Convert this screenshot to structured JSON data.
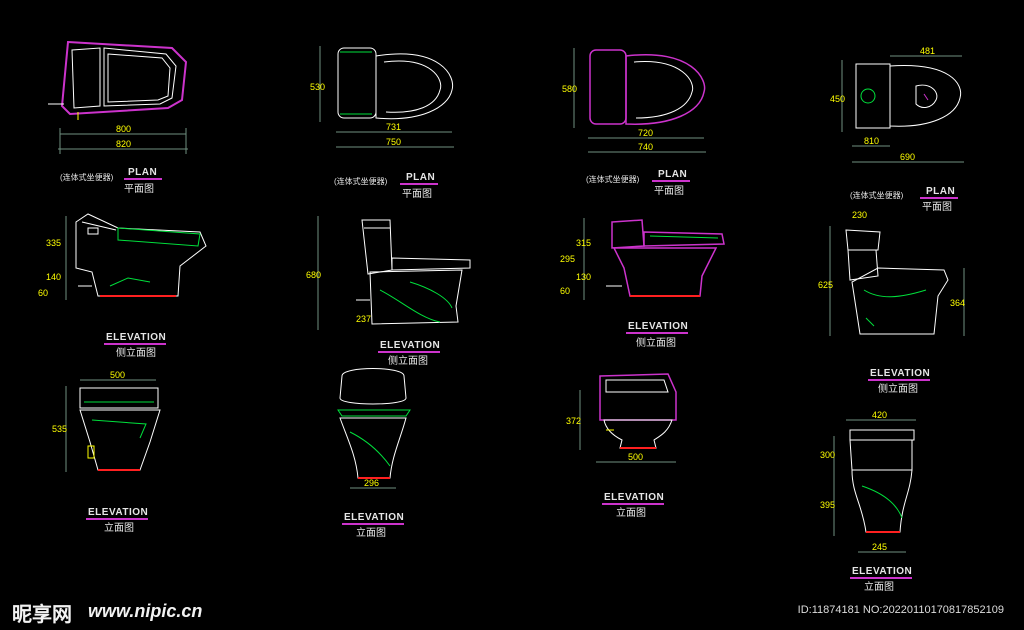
{
  "colors": {
    "background": "#000000",
    "outline": "#ffffff",
    "magenta": "#cc33cc",
    "green": "#00e03c",
    "yellow": "#ffff00",
    "red": "#ff2020",
    "dimension_line": "#6f8f7f"
  },
  "labels": {
    "plan": "PLAN",
    "plan_zh": "平面图",
    "elevation": "ELEVATION",
    "side_zh": "侧立面图",
    "front_zh": "立面图",
    "note": "(连体式坐便器)"
  },
  "dims": {
    "p1_w1": "800",
    "p1_w2": "820",
    "p2_h": "530",
    "p2_w1": "731",
    "p2_w2": "750",
    "p3_h": "580",
    "p3_w1": "720",
    "p3_w2": "740",
    "p4_top": "481",
    "p4_h": "450",
    "p4_w1": "810",
    "p4_w2": "690",
    "s1_h1": "335",
    "s1_h2": "140",
    "s1_h3": "60",
    "s2_h1": "680",
    "s2_h2": "237",
    "s3_h1": "295",
    "s3_h2": "315",
    "s3_h3": "130",
    "s3_h4": "60",
    "s4_top": "230",
    "s4_h1": "625",
    "s4_h2": "364",
    "f1_top": "500",
    "f1_h": "535",
    "f2_bottom": "296",
    "f3_h": "372",
    "f3_bottom": "500",
    "f4_top": "420",
    "f4_h1": "300",
    "f4_h2": "395",
    "f4_bottom": "245"
  },
  "watermark": {
    "logo": "昵享网",
    "url": "www.nipic.cn",
    "id": "ID:11874181 NO:20220110170817852109"
  }
}
